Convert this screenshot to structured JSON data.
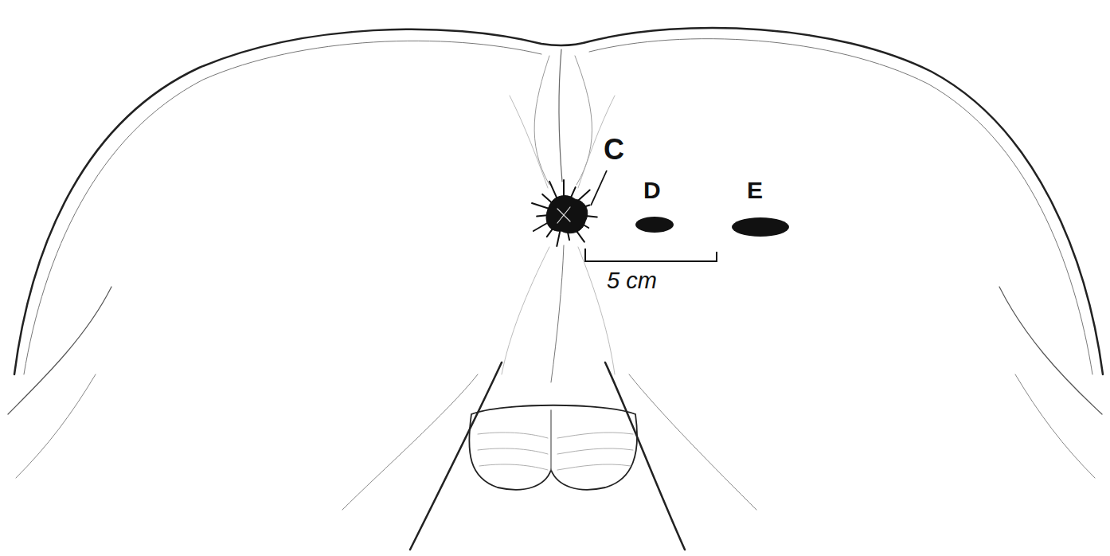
{
  "diagram": {
    "labels": [
      "C",
      "D",
      "E",
      "5 cm"
    ]
  }
}
